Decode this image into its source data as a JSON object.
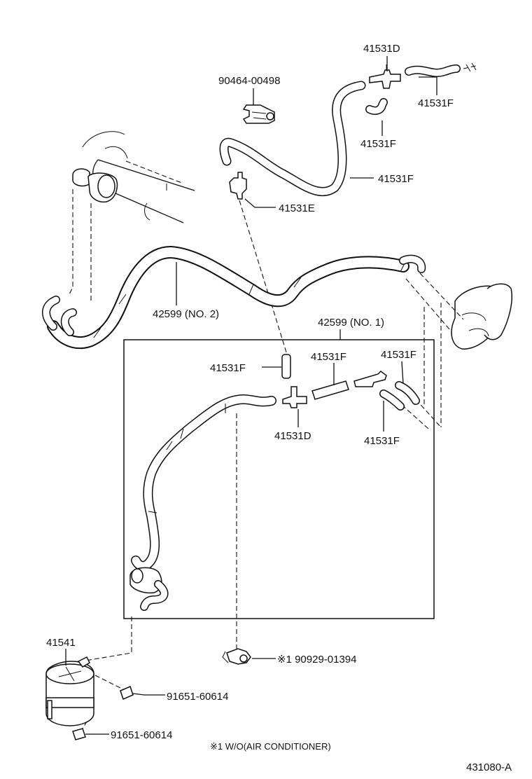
{
  "labels": {
    "p_41531d_top": "41531D",
    "p_90464": "90464-00498",
    "p_41531f_top_right": "41531F",
    "p_41531f_top_elbow": "41531F",
    "p_41531f_long": "41531F",
    "p_41531e": "41531E",
    "p_42599_no2": "42599 (NO. 2)",
    "p_42599_no1": "42599 (NO. 1)",
    "p_41531f_box_a": "41531F",
    "p_41531f_box_b": "41531F",
    "p_41531f_box_c": "41531F",
    "p_41531d_box": "41531D",
    "p_41531f_box_d": "41531F",
    "p_41541": "41541",
    "p_90929": "※1 90929-01394",
    "p_91651_a": "91651-60614",
    "p_91651_b": "91651-60614",
    "footnote": "※1  W/O(AIR CONDITIONER)",
    "figure_code": "431080-A"
  },
  "colors": {
    "line": "#111111",
    "background": "#ffffff"
  }
}
